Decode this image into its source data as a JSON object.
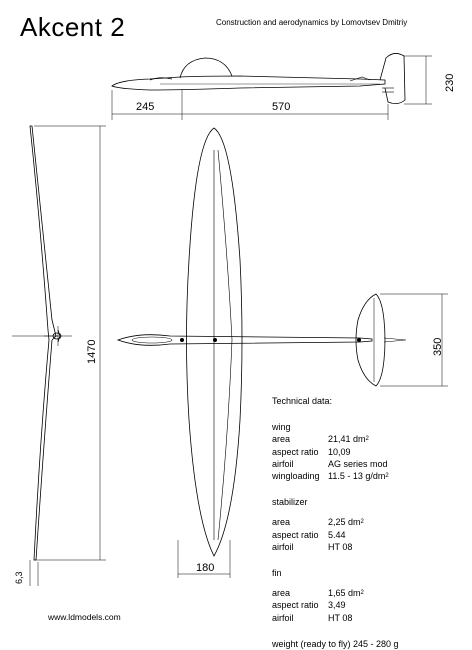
{
  "title": "Akcent 2",
  "credit": "Construction and aerodynamics by Lomovtsev Dmitriy",
  "dimensions": {
    "nose": "245",
    "tailboom": "570",
    "fin_height": "230",
    "span": "1470",
    "stab_span": "350",
    "root_chord": "180",
    "dihedral": "6,3"
  },
  "website": "www.ldmodels.com",
  "technical": {
    "heading": "Technical data:",
    "wing": {
      "label": "wing",
      "rows": [
        {
          "k": "area",
          "v": "21,41 dm",
          "sup": "2"
        },
        {
          "k": "aspect ratio",
          "v": "10,09",
          "sup": ""
        },
        {
          "k": "airfoil",
          "v": "AG series mod",
          "sup": ""
        },
        {
          "k": "wingloading",
          "v": "11.5 - 13 g/dm",
          "sup": "2"
        }
      ]
    },
    "stabilizer": {
      "label": "stabilizer",
      "rows": [
        {
          "k": "area",
          "v": "2,25 dm",
          "sup": "2"
        },
        {
          "k": "aspect ratio",
          "v": "5.44",
          "sup": ""
        },
        {
          "k": "airfoil",
          "v": "HT 08",
          "sup": ""
        }
      ]
    },
    "fin": {
      "label": "fin",
      "rows": [
        {
          "k": "area",
          "v": "1,65 dm",
          "sup": "2"
        },
        {
          "k": "aspect ratio",
          "v": "3,49",
          "sup": ""
        },
        {
          "k": "airfoil",
          "v": "HT 08",
          "sup": ""
        }
      ]
    },
    "weight": "weight (ready to fly)  245 - 280 g"
  }
}
